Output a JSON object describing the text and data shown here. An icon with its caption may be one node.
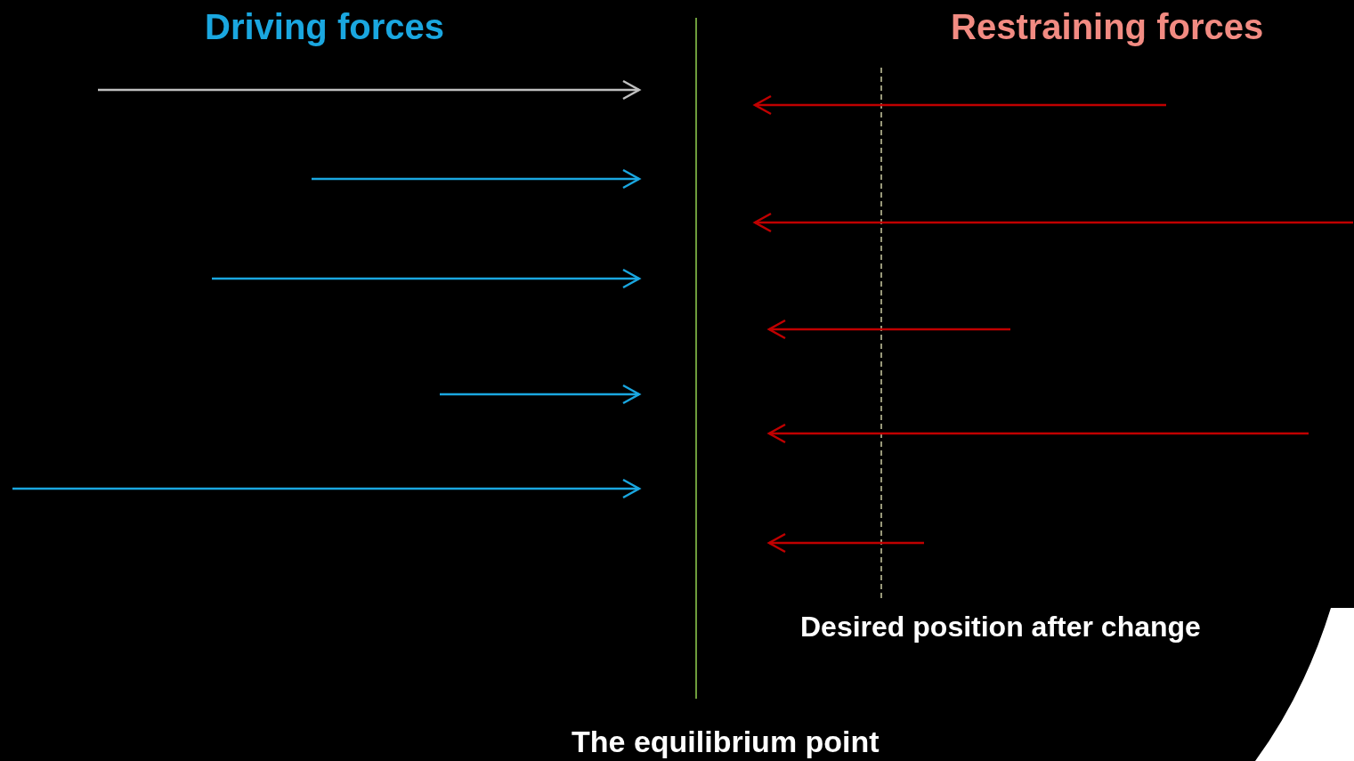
{
  "diagram": {
    "labels": [
      "Driving forces",
      "Restraining forces",
      "Desired position after change",
      "The equilibrium point"
    ]
  }
}
